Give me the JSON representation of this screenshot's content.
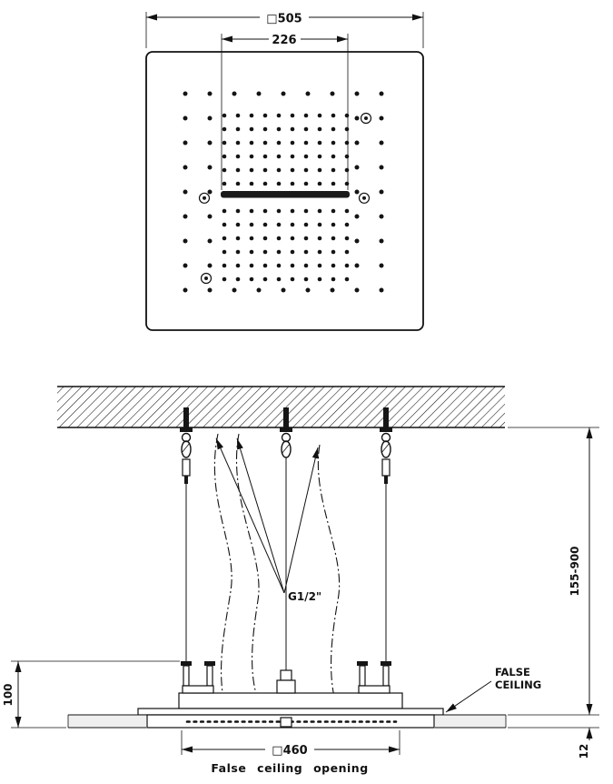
{
  "drawing": {
    "top_view": {
      "width_label": "□505",
      "inner_width_label": "226"
    },
    "section": {
      "connection_label": "G1/2\"",
      "height_range_label": "155-900",
      "bracket_height_label": "100",
      "false_ceiling_line1": "FALSE",
      "false_ceiling_line2": "CEILING",
      "opening_width_label": "□460",
      "opening_caption": "False ceiling opening",
      "panel_thickness_label": "12"
    }
  }
}
